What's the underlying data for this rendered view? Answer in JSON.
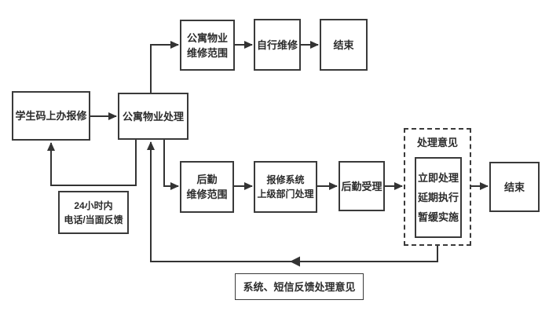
{
  "nodes": {
    "student_report": {
      "label": "学生码上办报修"
    },
    "apartment_property": {
      "label": "公寓物业处理"
    },
    "apartment_scope": {
      "label": "公寓物业\n维修范围"
    },
    "self_repair": {
      "label": "自行维修"
    },
    "end_top": {
      "label": "结束"
    },
    "logistics_scope": {
      "label": "后勤\n维修范围"
    },
    "repair_system": {
      "label": "报修系统\n上级部门处理"
    },
    "logistics_accept": {
      "label": "后勤受理"
    },
    "opinion_title": {
      "label": "处理意见"
    },
    "opinion_options": {
      "label": "立即处理\n延期执行\n暂缓实施"
    },
    "end_right": {
      "label": "结束"
    },
    "feedback_24h": {
      "label": "24小时内\n电话/当面反馈"
    },
    "feedback_sms": {
      "label": "系统、短信反馈处理意见"
    }
  },
  "colors": {
    "line": "#333333",
    "box_border": "#3a3a3a",
    "text": "#2b2b2b",
    "background": "#ffffff"
  }
}
